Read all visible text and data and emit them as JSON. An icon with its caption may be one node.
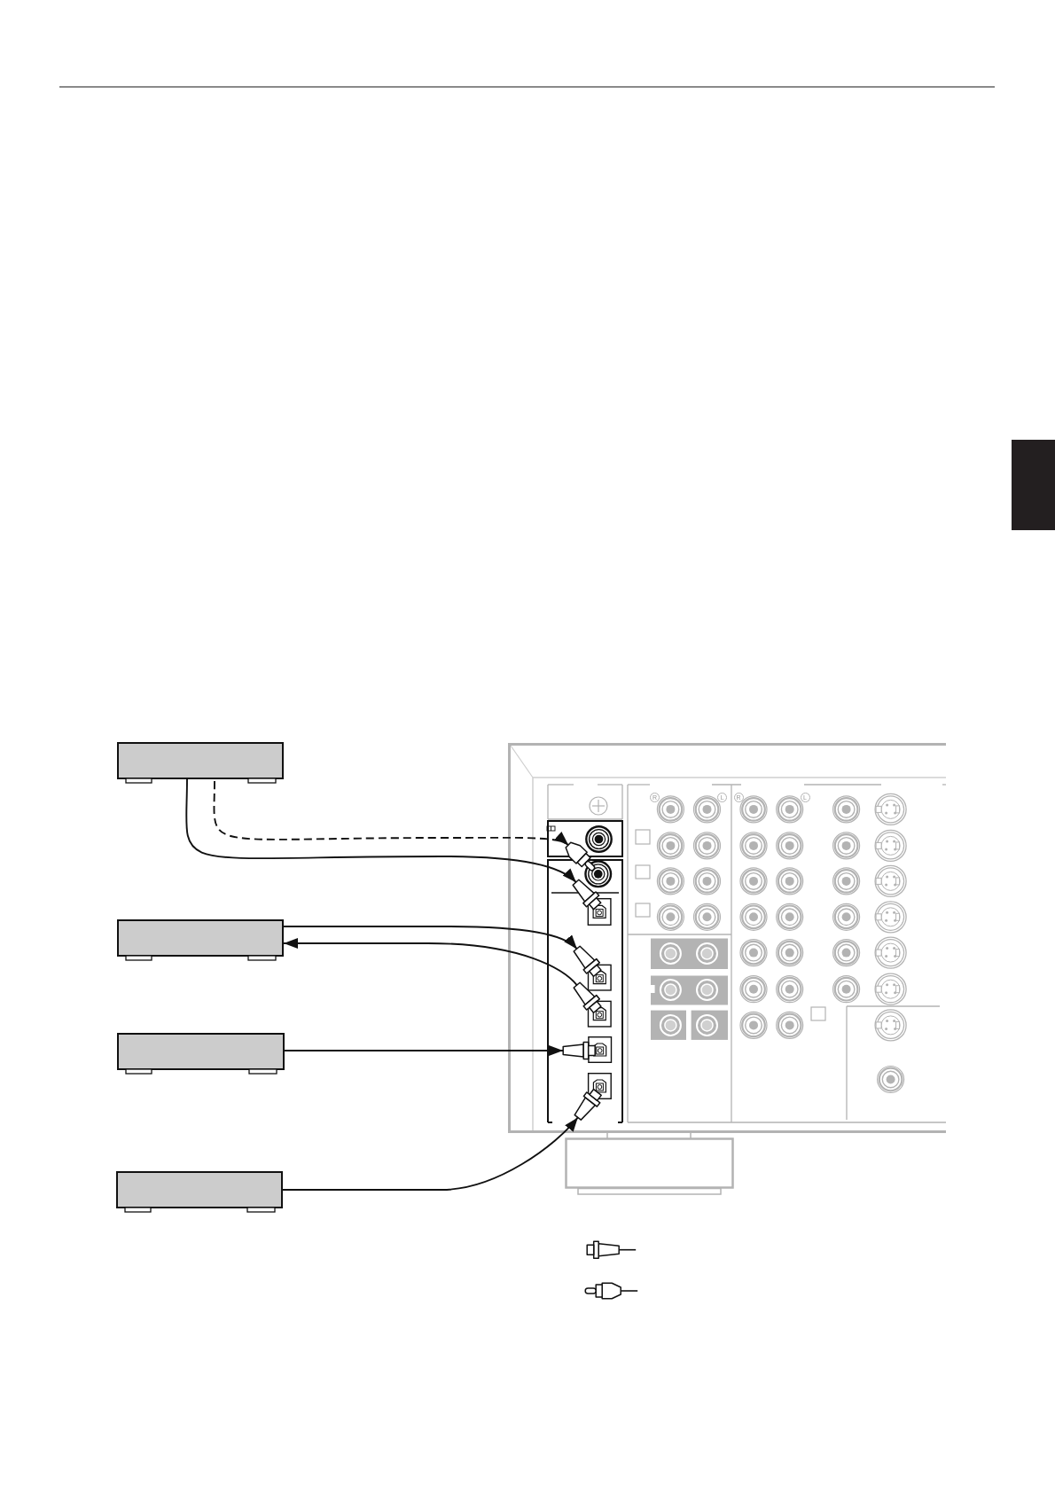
{
  "diagram": {
    "nodes": [
      {
        "text": [],
        "shape": "box"
      },
      {
        "text": [],
        "shape": "box"
      },
      {
        "text": [],
        "shape": "box"
      },
      {
        "text": [],
        "shape": "box"
      },
      {
        "text": [],
        "shape": "picture"
      },
      {
        "text": [],
        "shape": "circle",
        "in": 4
      },
      {
        "text": [],
        "shape": "box",
        "in": 4
      },
      {
        "text": [],
        "shape": "box",
        "in": 4
      },
      {
        "text": [],
        "shape": "box",
        "in": 4
      },
      {
        "text": [],
        "shape": "box",
        "in": 4
      },
      {
        "text": [],
        "shape": "box",
        "in": 4
      }
    ],
    "edges": [
      {
        "from": 0,
        "to": 5,
        "arrow": "to",
        "style": "dashed"
      },
      {
        "from": 0,
        "to": 6,
        "arrow": "to"
      },
      {
        "from": 1,
        "to": 7,
        "arrow": "to"
      },
      {
        "from": 8,
        "to": 1,
        "arrow": "to"
      },
      {
        "from": 2,
        "to": 9,
        "arrow": "to"
      },
      {
        "from": 3,
        "to": 10,
        "arrow": "to"
      }
    ],
    "labels": [
      "R",
      "L",
      "R",
      "L"
    ]
  }
}
